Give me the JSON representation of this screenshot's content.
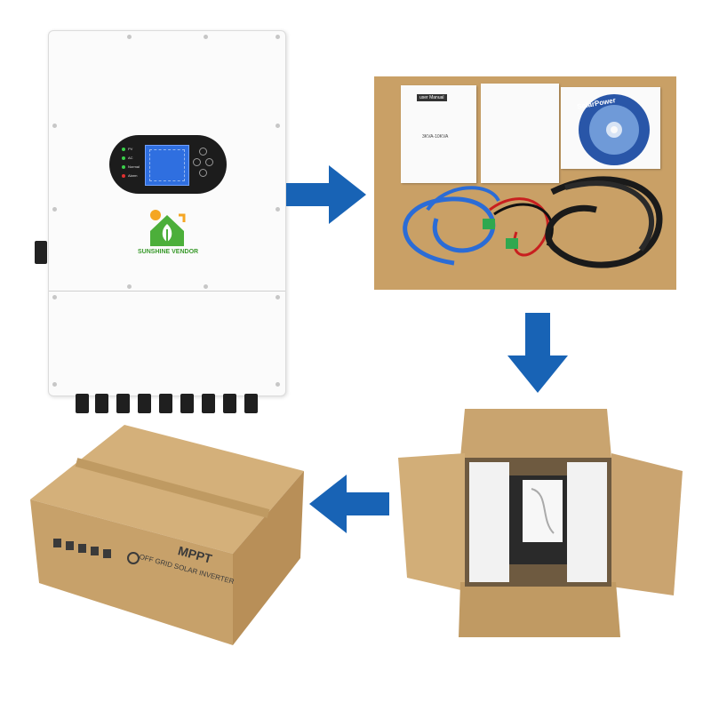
{
  "inverter": {
    "brand_logo_text": "SUNSHINE VENDOR",
    "status_leds": [
      "PV",
      "AC",
      "Normal",
      "Alarm"
    ],
    "colors": {
      "body": "#fbfbfb",
      "panel": "#1c1c1c",
      "lcd": "#2f6fe0"
    }
  },
  "accessories": {
    "manual_title": "user Manual",
    "manual_subtitle": "3KVA-10KVA",
    "cd_label": "SolarPower",
    "items": [
      "user manual",
      "warranty sheet",
      "software CD",
      "blue communication cable",
      "red/black wires with green terminals",
      "black cables"
    ]
  },
  "box": {
    "printed_text": "MPPT",
    "printed_subtitle": "OFF GRID SOLAR INVERTER",
    "colors": {
      "cardboard": "#c9a46f",
      "foam": "#f2f2f2"
    }
  },
  "arrows": {
    "color": "#1863b5",
    "sequence": [
      "right",
      "down",
      "left"
    ],
    "icons": [
      "arrow-right-icon",
      "arrow-down-icon",
      "arrow-left-icon"
    ]
  }
}
